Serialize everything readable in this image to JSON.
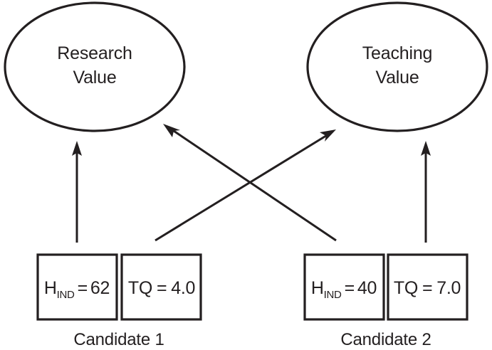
{
  "diagram": {
    "type": "path-diagram",
    "title": "",
    "background_color": "#ffffff",
    "stroke_color": "#231f20",
    "nodes": {
      "research_value": {
        "shape": "ellipse",
        "line1": "Research",
        "line2": "Value"
      },
      "teaching_value": {
        "shape": "ellipse",
        "line1": "Teaching",
        "line2": "Value"
      }
    },
    "indicators": [
      {
        "id": "c1-hind",
        "shape": "rectangle",
        "variable": "H",
        "subscript": "IND",
        "operator": "=",
        "value": "62",
        "full_text": "H IND = 62",
        "group": "Candidate 1"
      },
      {
        "id": "c1-tq",
        "shape": "rectangle",
        "variable": "TQ",
        "subscript": "",
        "operator": "=",
        "value": "4.0",
        "full_text": "TQ = 4.0",
        "group": "Candidate 1"
      },
      {
        "id": "c2-hind",
        "shape": "rectangle",
        "variable": "H",
        "subscript": "IND",
        "operator": "=",
        "value": "40",
        "full_text": "H IND = 40",
        "group": "Candidate 2"
      },
      {
        "id": "c2-tq",
        "shape": "rectangle",
        "variable": "TQ",
        "subscript": "",
        "operator": "=",
        "value": "7.0",
        "full_text": "TQ = 7.0",
        "group": "Candidate 2"
      }
    ],
    "captions": [
      {
        "id": "candidate-1",
        "label": "Candidate 1"
      },
      {
        "id": "candidate-2",
        "label": "Candidate 2"
      }
    ],
    "edges": [
      {
        "id": "c1-hind-to-research",
        "from": "c1-hind",
        "to": "research_value",
        "style": "vertical-arrow",
        "label": ""
      },
      {
        "id": "c1-tq-to-teaching",
        "from": "c1-tq",
        "to": "teaching_value",
        "style": "diagonal-arrow",
        "label": ""
      },
      {
        "id": "c2-hind-to-research",
        "from": "c2-hind",
        "to": "research_value",
        "style": "diagonal-arrow",
        "label": ""
      },
      {
        "id": "c2-tq-to-teaching",
        "from": "c2-tq",
        "to": "teaching_value",
        "style": "vertical-arrow",
        "label": ""
      }
    ]
  }
}
